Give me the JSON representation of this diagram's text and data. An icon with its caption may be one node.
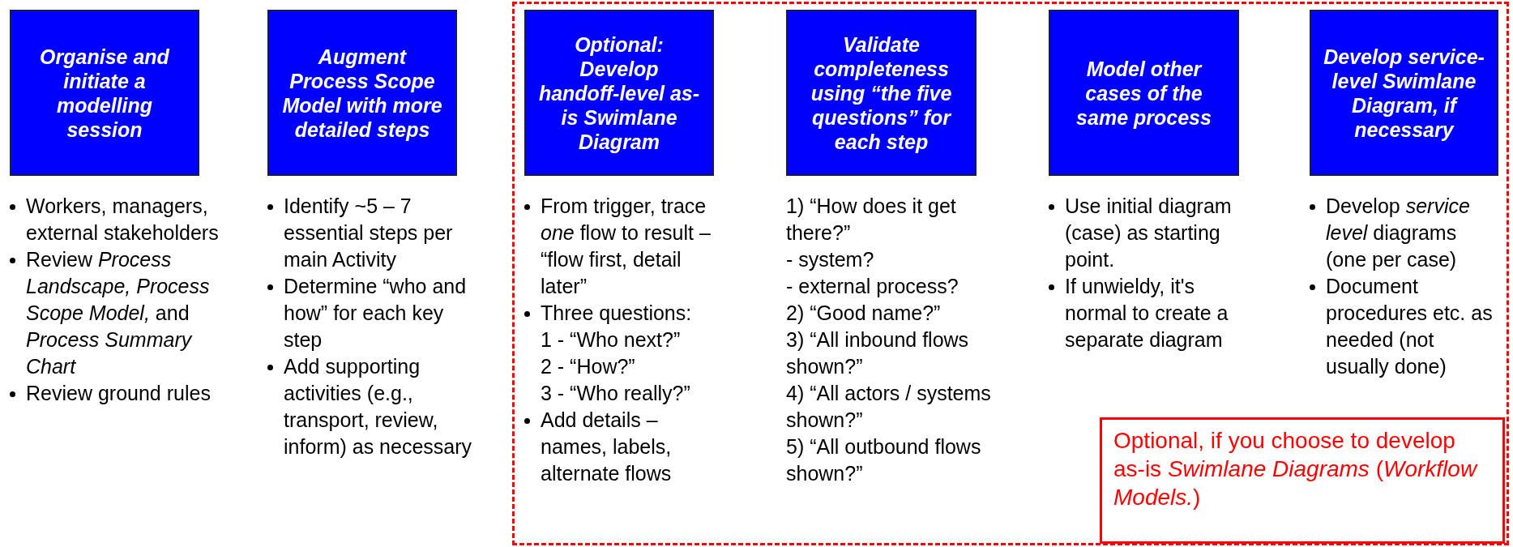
{
  "diagram": {
    "nodes": [
      {
        "text": [
          "Organise and initiate a modelling session"
        ]
      },
      {
        "text": [
          "Augment Process Scope Model with more detailed steps"
        ]
      },
      {
        "text": [],
        "shape": "box"
      },
      {
        "text": [
          "Optional: Develop handoff-level as-is Swimlane Diagram"
        ],
        "in": 2
      },
      {
        "text": [
          "Validate completeness using “the five questions” for each step"
        ],
        "in": 2
      },
      {
        "text": [
          "Model other cases of the same process"
        ],
        "in": 2
      },
      {
        "text": [
          "Develop service-level Swimlane Diagram, if necessary"
        ],
        "in": 2
      },
      {
        "text": [
          "Optional, if you choose to develop as-is *Swimlane Diagrams* (*Workflow Models.*)"
        ],
        "in": 2
      }
    ],
    "edges": [],
    "labels": [
      "Workers, managers, external stakeholders",
      "Review *Process Landscape, Process Scope Model,* and *Process Summary Chart*",
      "Review ground rules",
      "Identify ~5 – 7 essential steps per main Activity",
      "Determine “who and how” for each key step",
      "Add supporting activities (e.g., transport, review, inform) as necessary",
      "From trigger, trace *one* flow to result – “flow first, detail later”",
      "Three questions:",
      "1 - “Who next?”",
      "2 - “How?”",
      "3 - “Who really?”",
      "Add details – names, labels, alternate flows",
      "1) “How does it get there?”",
      "- system?",
      "- external process?",
      "2) “Good name?”",
      "3) “All inbound flows shown?”",
      "4) “All actors / systems shown?”",
      "5) “All outbound flows shown?”",
      "Use initial diagram (case) as starting point.",
      "If unwieldy, it's normal to create a separate diagram",
      "Develop *service level* diagrams (one per case)",
      "Document procedures etc. as needed (not usually done)"
    ]
  }
}
